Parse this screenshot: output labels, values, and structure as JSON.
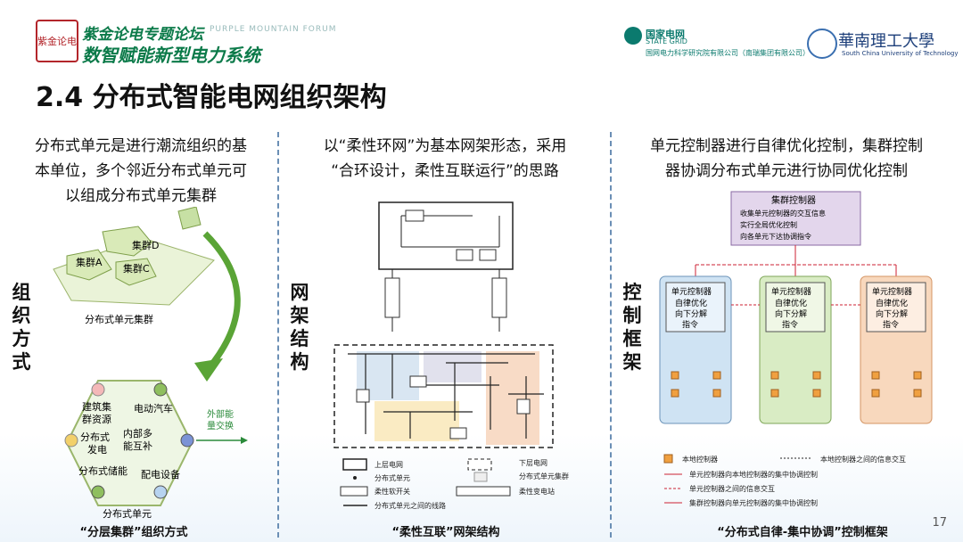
{
  "header": {
    "seal_text": "紫金论电",
    "forum_title": "紫金论电专题论坛",
    "forum_en": "PURPLE MOUNTAIN FORUM",
    "forum_subtitle": "数智赋能新型电力系统",
    "sgcc_name": "国家电网",
    "sgcc_en": "STATE GRID",
    "sgcc_institute": "国网电力科学研究院有限公司（南瑞集团有限公司）",
    "scut_name": "華南理工大學",
    "scut_en": "South China University of Technology"
  },
  "title": "2.4 分布式智能电网组织架构",
  "page_number": "17",
  "columns": [
    {
      "intro": [
        "分布式单元是进行潮流组织的基",
        "本单位，多个邻近分布式单元可",
        "以组成分布式单元集群"
      ],
      "side_label": [
        "组",
        "织",
        "方",
        "式"
      ],
      "cluster_labels": [
        "集群D",
        "集群A",
        "集群C"
      ],
      "cluster_caption": "分布式单元集群",
      "unit_labels": [
        "建筑集",
        "群资源",
        "电动汽车",
        "分布式",
        "发电",
        "内部多",
        "能互补",
        "分布式储能",
        "配电设备"
      ],
      "external_label": [
        "外部能",
        "量交换"
      ],
      "unit_caption": "分布式单元",
      "caption": "“分层集群”组织方式"
    },
    {
      "intro": [
        "以“柔性环网”为基本网架形态，采用",
        "“合环设计，柔性互联运行”的思路"
      ],
      "side_label": [
        "网",
        "架",
        "结",
        "构"
      ],
      "legend": [
        "上层电网",
        "下层电网",
        "分布式单元",
        "分布式单元集群",
        "柔性软开关",
        "柔性变电站",
        "分布式单元之间的线路"
      ],
      "caption": "“柔性互联”网架结构"
    },
    {
      "intro": [
        "单元控制器进行自律优化控制，集群控制",
        "器协调分布式单元进行协同优化控制"
      ],
      "side_label": [
        "控",
        "制",
        "框",
        "架"
      ],
      "cluster_controller": {
        "title": "集群控制器",
        "items": [
          "收集单元控制器的交互信息",
          "实行全局优化控制",
          "向各单元下达协调指令"
        ]
      },
      "unit_controllers": [
        {
          "title": "单元控制器",
          "items": [
            "自律优化",
            "向下分解",
            "指令"
          ]
        },
        {
          "title": "单元控制器",
          "items": [
            "自律优化",
            "向下分解",
            "指令"
          ]
        },
        {
          "title": "单元控制器",
          "items": [
            "自律优化",
            "向下分解",
            "指令"
          ]
        }
      ],
      "legend": [
        "本地控制器",
        "本地控制器之间的信息交互",
        "单元控制器向本地控制器的集中协调控制",
        "单元控制器之间的信息交互",
        "集群控制器向单元控制器的集中协调控制"
      ],
      "caption": "“分布式自律-集中协调”控制框架"
    }
  ],
  "colors": {
    "green_brand": "#0b7a49",
    "cluster_purple": "#e3d6ec",
    "unit_blue": "#cfe3f3",
    "unit_green": "#d9ecc4",
    "unit_orange": "#f8d8bd",
    "arrow_green": "#5aa436",
    "divider": "#6b8fb5"
  }
}
